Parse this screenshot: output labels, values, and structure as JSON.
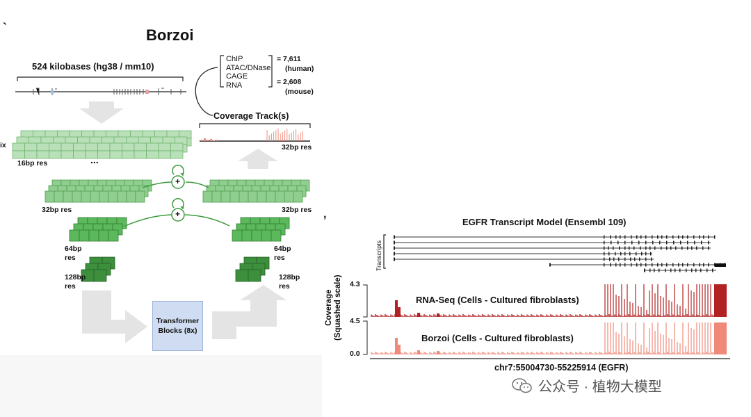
{
  "stray_mark": "`",
  "left": {
    "title": "Borzoi",
    "input_label": "524 kilobases (hg38 / mm10)",
    "assays": [
      "ChIP",
      "ATAC/DNase",
      "CAGE",
      "RNA"
    ],
    "human_count": "= 7,611",
    "human_label": "(human)",
    "mouse_count": "= 2,608",
    "mouse_label": "(mouse)",
    "coverage_label": "Coverage Track(s)",
    "coverage_res": "32bp res",
    "edge_label": "ix",
    "res_16": "16bp res",
    "ellipsis": "...",
    "res_32_left": "32bp res",
    "res_32_right": "32bp res",
    "res_64_left": "64bp\nres",
    "res_64_right": "64bp\nres",
    "res_128_left": "128bp\nres",
    "res_128_right": "128bp\nres",
    "plus": "+",
    "transformer_line1": "Transformer",
    "transformer_line2": "Blocks (8x)"
  },
  "right": {
    "comma_mark": ",",
    "title": "EGFR Transcript Model (Ensembl 109)",
    "transcripts_label": "Transcripts",
    "coverage_axis_label": "Coverage",
    "coverage_axis_sub": "(Squashed scale)",
    "track1_max": "4.3",
    "track1_label": "RNA-Seq (Cells - Cultured fibroblasts)",
    "track2_max": "4.5",
    "track2_min": "0.0",
    "track2_label": "Borzoi (Cells - Cultured fibroblasts)",
    "locus": "chr7:55004730-55225914 (EGFR)"
  },
  "colors": {
    "green_light": "#a8d8a8",
    "green_mid": "#7cc47c",
    "green_dark": "#3d9b3d",
    "green_darker": "#2f7d2f",
    "rnaseq": "#b22222",
    "borzoi": "#ef8a7a",
    "arrow_gray": "#e4e4e4"
  },
  "watermark": {
    "text": "公众号 · 植物大模型",
    "icon": "wechat-icon"
  }
}
